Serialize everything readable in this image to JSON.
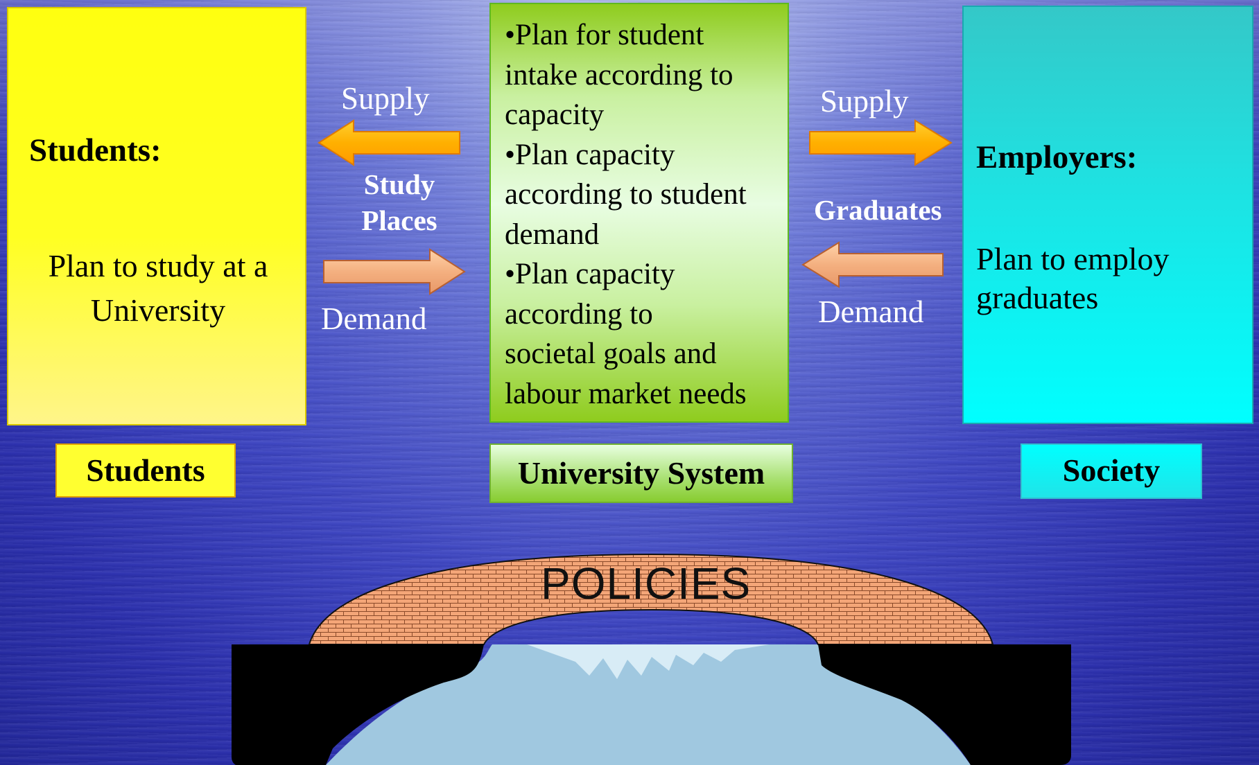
{
  "students_box": {
    "title": "Students:",
    "body_line1": "Plan to study at a",
    "body_line2": "University"
  },
  "university_box": {
    "lines": [
      "•Plan for student",
      "intake according to",
      "capacity",
      "•Plan capacity",
      "according to student",
      "demand",
      "•Plan capacity",
      "according to",
      "societal goals and",
      "labour market needs"
    ]
  },
  "employers_box": {
    "title": "Employers:",
    "body_line1": "Plan to employ",
    "body_line2": "graduates"
  },
  "left_arrows": {
    "supply": "Supply",
    "study_places_line1": "Study",
    "study_places_line2": "Places",
    "demand": "Demand"
  },
  "right_arrows": {
    "supply": "Supply",
    "graduates": "Graduates",
    "demand": "Demand"
  },
  "labels": {
    "students": "Students",
    "university": "University System",
    "society": "Society"
  },
  "bridge": {
    "text": "POLICIES"
  },
  "colors": {
    "students": "#ffff20",
    "university": "#8fcc1e",
    "society": "#00ffff",
    "supply_arrow": "#ffb000",
    "demand_arrow": "#f4b080",
    "bridge": "#f4a070"
  }
}
